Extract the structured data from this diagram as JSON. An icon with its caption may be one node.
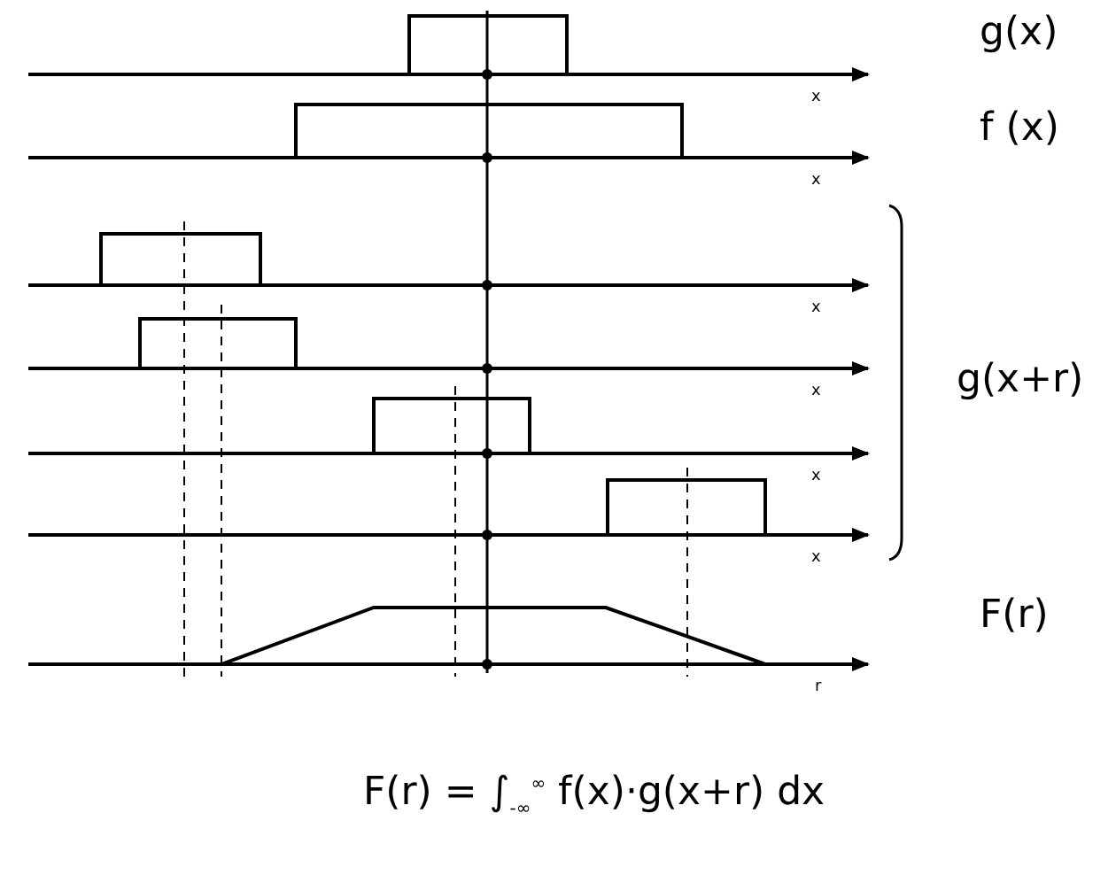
{
  "diagram": {
    "labels": [
      "g(x)",
      "x",
      "f (x)",
      "x",
      "x",
      "x",
      "g(x+r)",
      "x",
      "x",
      "F(r)",
      "r",
      "F(r) = ∫$_{-∞}$$^{∞}$ f(x)·g(x+r) dx"
    ]
  }
}
